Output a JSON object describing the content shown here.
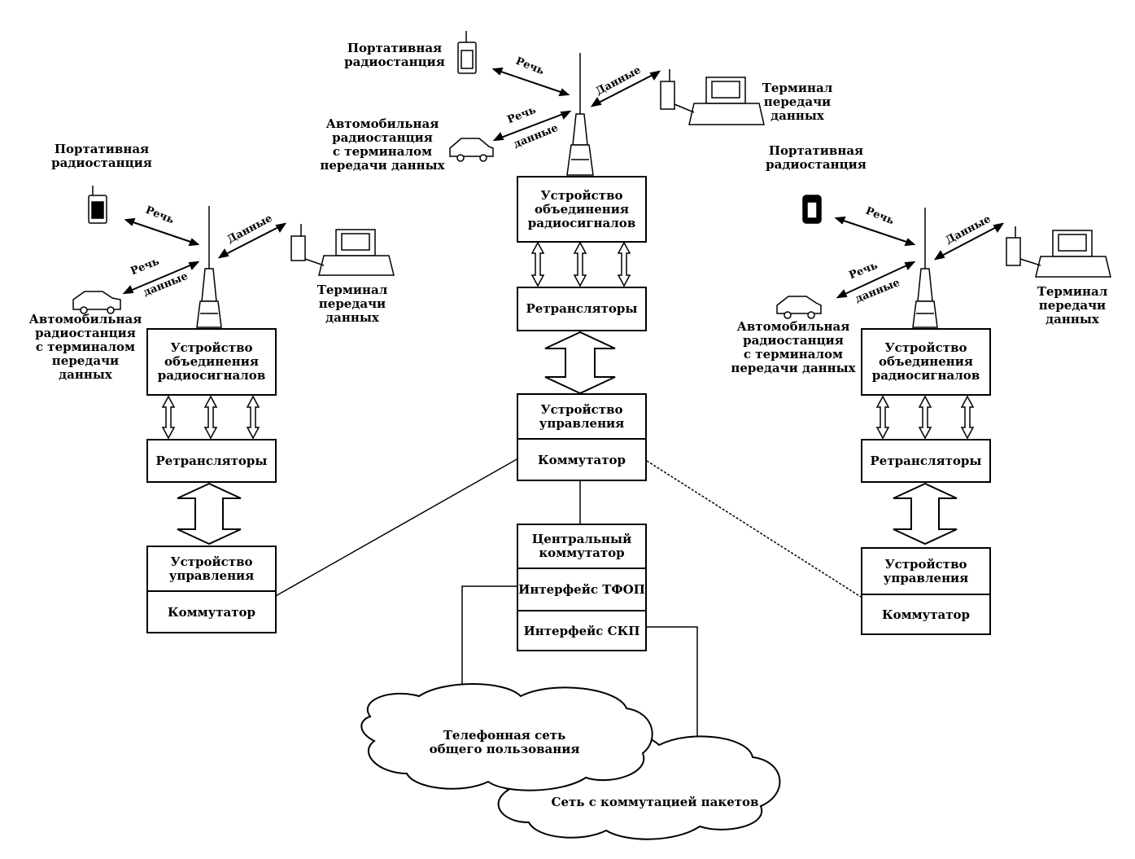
{
  "labels": {
    "portable_radio": "Портативная\nрадиостанция",
    "terminal": "Терминал\nпередачи\nданных",
    "car_radio": "Автомобильная\nрадиостанция\nс терминалом\nпередачи данных",
    "car_radio_left": "Автомобильная\nрадиостанция\nс терминалом\nпередачи\nданных",
    "speech": "Речь",
    "data": "Данные",
    "speech_data_1": "Речь",
    "speech_data_2": "данные"
  },
  "blocks": {
    "combiner": "Устройство\nобъединения\nрадиосигналов",
    "repeaters": "Ретрансляторы",
    "control": "Устройство\nуправления",
    "switch": "Коммутатор",
    "central_switch": "Центральный\nкоммутатор",
    "pstn_if": "Интерфейс\nТФОП",
    "psn_if": "Интерфейс\nСКП"
  },
  "clouds": {
    "pstn": "Телефонная сеть\nобщего пользования",
    "psn": "Сеть с коммутацией пакетов"
  }
}
